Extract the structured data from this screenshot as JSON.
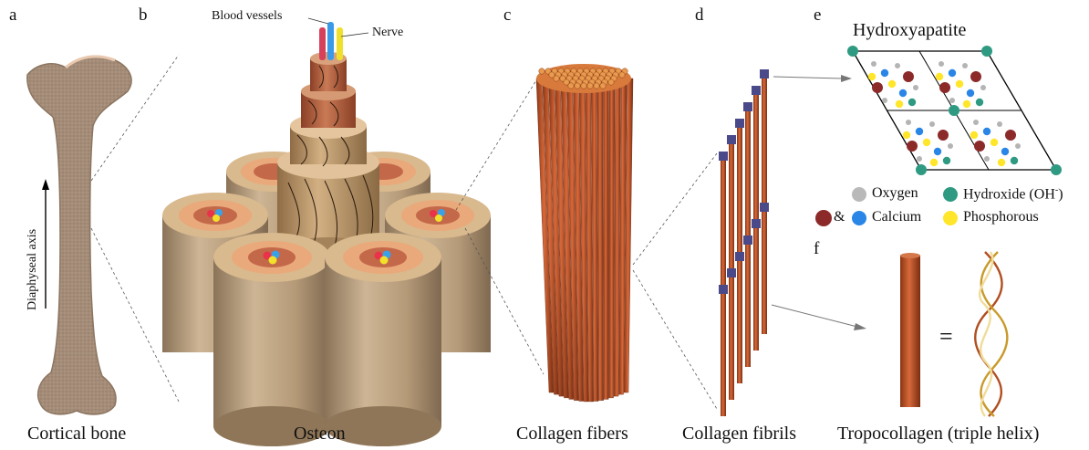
{
  "panels": {
    "a": {
      "letter": "a",
      "caption": "Cortical bone",
      "axis_label": "Diaphyseal axis"
    },
    "b": {
      "letter": "b",
      "caption": "Osteon",
      "label_vessels": "Blood vessels",
      "label_nerve": "Nerve"
    },
    "c": {
      "letter": "c",
      "caption": "Collagen fibers"
    },
    "d": {
      "letter": "d",
      "caption": "Collagen fibrils"
    },
    "e": {
      "letter": "e",
      "title": "Hydroxyapatite"
    },
    "f": {
      "letter": "f",
      "caption": "Tropocollagen (triple helix)",
      "equals": "="
    }
  },
  "legend": {
    "oxygen": "Oxygen",
    "hydroxide": "Hydroxide (OH",
    "hydroxide_sup": "-",
    "hydroxide_close": ")",
    "amp": "&",
    "calcium": "Calcium",
    "phosphorous": "Phosphorous"
  },
  "colors": {
    "bone": "#a48c78",
    "collagen": "#c4582a",
    "oxygen": "#b4b4b4",
    "hydroxide": "#2e9a82",
    "calcium_red": "#8c2a2a",
    "calcium_blue": "#2a86e6",
    "phosphorous": "#ffe62a"
  }
}
